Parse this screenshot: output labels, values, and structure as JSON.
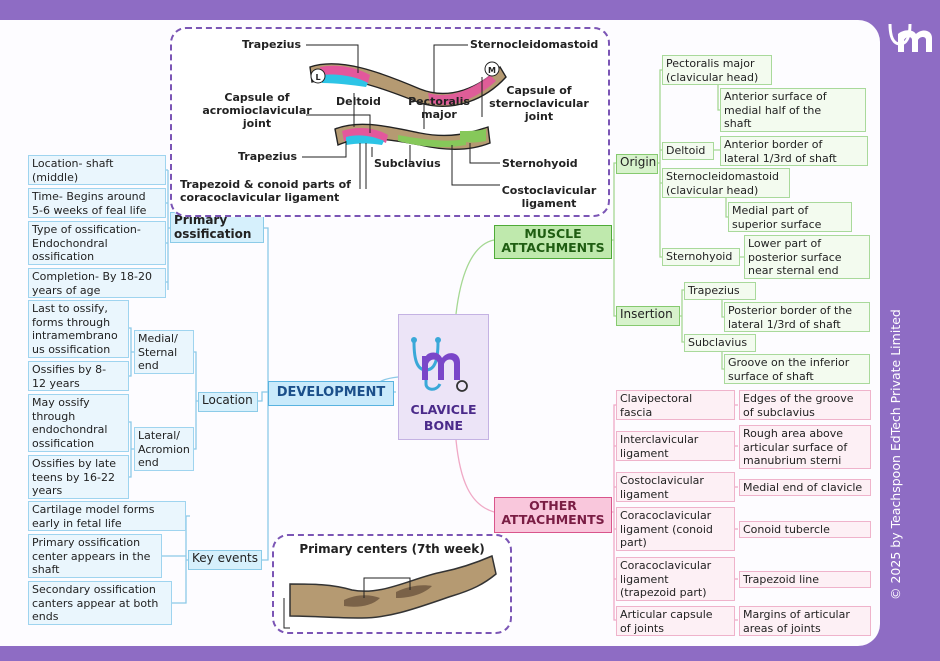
{
  "center": {
    "title": "CLAVICLE\nBONE"
  },
  "copyright": "© 2025 by Teachspoon EdTech Private Limited",
  "branches": {
    "development": "DEVELOPMENT",
    "muscle": "MUSCLE\nATTACHMENTS",
    "other": "OTHER\nATTACHMENTS"
  },
  "development": {
    "primary_ossification": {
      "label": "Primary\nossification",
      "items": [
        "Location- shaft\n(middle)",
        "Time- Begins around\n5-6 weeks of feal life",
        "Type of ossification-\nEndochondral\nossification",
        "Completion- By 18-20\nyears of age"
      ]
    },
    "location": {
      "label": "Location",
      "medial": {
        "label": "Medial/\nSternal\nend",
        "items": [
          "Last to ossify,\nforms through\nintramembrano\nus ossification",
          "Ossifies by 8-\n12 years"
        ]
      },
      "lateral": {
        "label": "Lateral/\nAcromion\nend",
        "items": [
          "May ossify\nthrough\nendochondral\nossification",
          "Ossifies by late\nteens by 16-22\nyears"
        ]
      }
    },
    "key_events": {
      "label": "Key events",
      "items": [
        "Cartilage model forms\nearly in fetal life",
        "Primary ossification\ncenter appears in the\nshaft",
        "Secondary ossification\ncanters appear at both\nends"
      ]
    }
  },
  "muscle": {
    "origin": {
      "label": "Origin",
      "items": [
        {
          "muscle": "Pectoralis major\n(clavicular head)",
          "site": "Anterior surface of\nmedial half of the\nshaft"
        },
        {
          "muscle": "Deltoid",
          "site": "Anterior border of\nlateral 1/3rd of shaft"
        },
        {
          "muscle": "Sternocleidomastoid\n(clavicular head)",
          "site": "Medial part of\nsuperior surface"
        },
        {
          "muscle": "Sternohyoid",
          "site": "Lower part of\nposterior surface\nnear sternal end"
        }
      ]
    },
    "insertion": {
      "label": "Insertion",
      "items": [
        {
          "muscle": "Trapezius",
          "site": "Posterior border of the\nlateral 1/3rd of shaft"
        },
        {
          "muscle": "Subclavius",
          "site": "Groove on the inferior\nsurface of shaft"
        }
      ]
    }
  },
  "other": {
    "items": [
      {
        "name": "Clavipectoral\nfascia",
        "site": "Edges of the groove\nof subclavius"
      },
      {
        "name": "Interclavicular\nligament",
        "site": "Rough area above\narticular surface of\nmanubrium sterni"
      },
      {
        "name": "Costoclavicular\nligament",
        "site": "Medial end of clavicle"
      },
      {
        "name": "Coracoclavicular\nligament (conoid\npart)",
        "site": "Conoid tubercle"
      },
      {
        "name": "Coracoclavicular\nligament\n(trapezoid part)",
        "site": "Trapezoid line"
      },
      {
        "name": "Articular capsule\nof joints",
        "site": "Margins of articular\nareas of joints"
      }
    ]
  },
  "top_diagram": {
    "labels": {
      "trapezius_top": "Trapezius",
      "scm": "Sternocleidomastoid",
      "capsule_ac": "Capsule of\nacromioclavicular\njoint",
      "deltoid": "Deltoid",
      "pectoralis": "Pectoralis\nmajor",
      "capsule_sc": "Capsule of\nsternoclavicular\njoint",
      "trapezius_bottom": "Trapezius",
      "subclavius": "Subclavius",
      "sternohyoid": "Sternohyoid",
      "trapezoid_conoid": "Trapezoid & conoid parts of\ncoracoclavicular ligament",
      "costoclavicular": "Costoclavicular\nligament",
      "L": "L",
      "M": "M"
    }
  },
  "bottom_diagram": {
    "title": "Primary centers (7th week)"
  },
  "colors": {
    "frame": "#8e6cc4",
    "dev_branch": "#59b3e0",
    "muscle_branch": "#4faa38",
    "other_branch": "#d9558c",
    "bone": "#b59a72",
    "dashed_border": "#7b55b5"
  }
}
